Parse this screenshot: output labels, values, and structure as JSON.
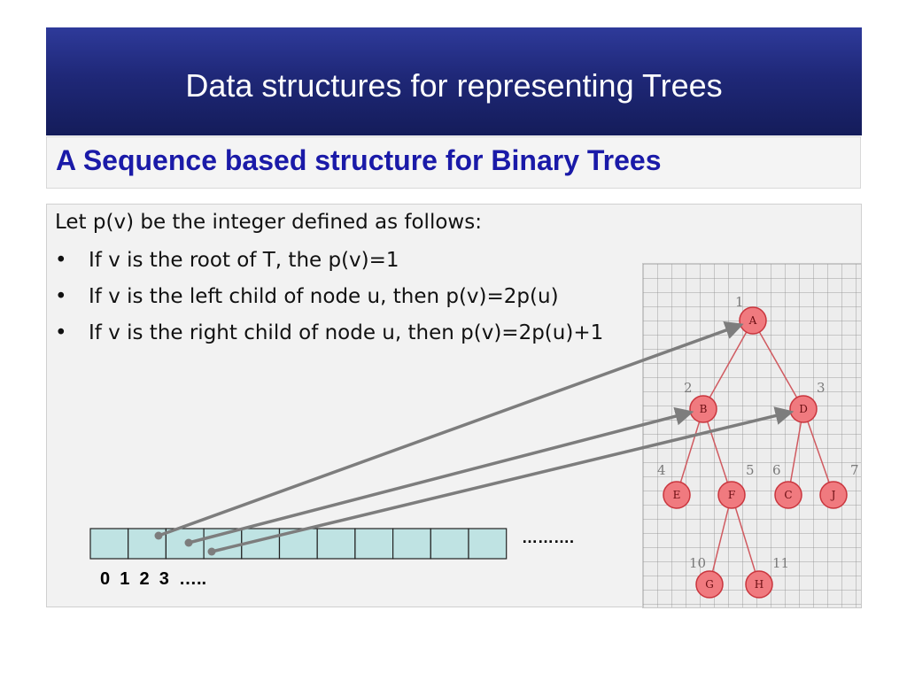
{
  "slide": {
    "title": "Data structures for representing Trees",
    "subtitle": "A Sequence based structure for Binary Trees"
  },
  "content": {
    "intro": "Let p(v) be the integer defined as follows:",
    "bullets": [
      "If v is the root of T, the p(v)=1",
      "If v is the left child of node u, then p(v)=2p(u)",
      "If v is the right child of node u, then p(v)=2p(u)+1"
    ],
    "bullet_symbol": "•"
  },
  "array": {
    "cell_count": 11,
    "ellipsis": "……….",
    "index_labels": "0  1  2  3  ….."
  },
  "tree": {
    "nodes": [
      {
        "id": "A",
        "number": "1"
      },
      {
        "id": "B",
        "number": "2"
      },
      {
        "id": "D",
        "number": "3"
      },
      {
        "id": "E",
        "number": "4"
      },
      {
        "id": "F",
        "number": "5"
      },
      {
        "id": "C",
        "number": "6"
      },
      {
        "id": "J",
        "number": "7"
      },
      {
        "id": "G",
        "number": "10"
      },
      {
        "id": "H",
        "number": "11"
      }
    ],
    "edges": [
      [
        "A",
        "B"
      ],
      [
        "A",
        "D"
      ],
      [
        "B",
        "E"
      ],
      [
        "B",
        "F"
      ],
      [
        "D",
        "C"
      ],
      [
        "D",
        "J"
      ],
      [
        "F",
        "G"
      ],
      [
        "F",
        "H"
      ]
    ],
    "arrows": [
      {
        "from_cell": 1,
        "to": "A"
      },
      {
        "from_cell": 2,
        "to": "B"
      },
      {
        "from_cell": 3,
        "to": "D"
      }
    ]
  },
  "colors": {
    "title_bg": "#1f2878",
    "subtitle_text": "#1a1aa8",
    "node_fill": "#f07a7f",
    "cell_fill": "#bfe3e3",
    "arrow": "#7d7d7d"
  }
}
